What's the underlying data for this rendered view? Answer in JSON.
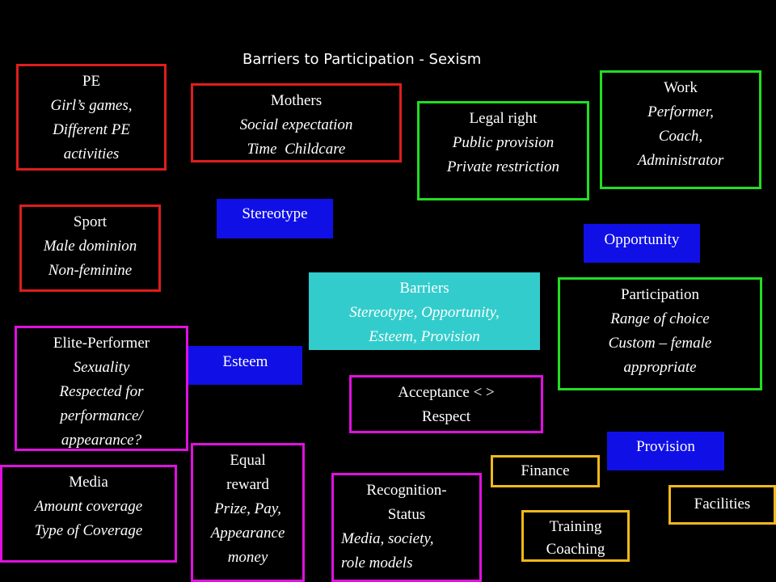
{
  "title": "Barriers to Participation - Sexism",
  "nodes": {
    "pe": {
      "heading": "PE",
      "lines": [
        "Girl’s games,",
        "Different PE",
        "activities"
      ]
    },
    "mothers": {
      "heading": "Mothers",
      "lines": [
        "Social expectation",
        "Time  Childcare"
      ]
    },
    "legal": {
      "heading": "Legal right",
      "lines": [
        "Public provision",
        "Private restriction"
      ]
    },
    "work": {
      "heading": "Work",
      "lines": [
        "Performer,",
        "Coach,",
        "Administrator"
      ]
    },
    "sport": {
      "heading": "Sport",
      "lines": [
        "Male dominion",
        "Non-feminine"
      ]
    },
    "stereotype": {
      "heading": "Stereotype"
    },
    "opportunity": {
      "heading": "Opportunity"
    },
    "barriers": {
      "heading": "Barriers",
      "lines": [
        "Stereotype, Opportunity,",
        "Esteem, Provision"
      ]
    },
    "participation": {
      "heading": "Participation",
      "lines": [
        "Range of choice",
        "Custom – female",
        "appropriate"
      ]
    },
    "elite": {
      "heading": "Elite-Performer",
      "lines": [
        "Sexuality",
        "Respected for",
        "performance/",
        "appearance?"
      ]
    },
    "esteem": {
      "heading": "Esteem"
    },
    "acceptance": {
      "lines": [
        "Acceptance < >",
        "Respect"
      ]
    },
    "provision": {
      "heading": "Provision"
    },
    "media": {
      "heading": "Media",
      "lines": [
        "Amount coverage",
        "Type of Coverage"
      ]
    },
    "equal": {
      "headingLines": [
        "Equal",
        "reward"
      ],
      "lines": [
        "Prize, Pay,",
        "Appearance",
        "money"
      ]
    },
    "recognition": {
      "headingLines": [
        "Recognition-",
        "Status"
      ],
      "lines": [
        "Media, society,",
        "role models"
      ]
    },
    "finance": {
      "heading": "Finance"
    },
    "facilities": {
      "heading": "Facilities"
    },
    "training": {
      "lines": [
        "Training",
        "Coaching"
      ]
    }
  }
}
